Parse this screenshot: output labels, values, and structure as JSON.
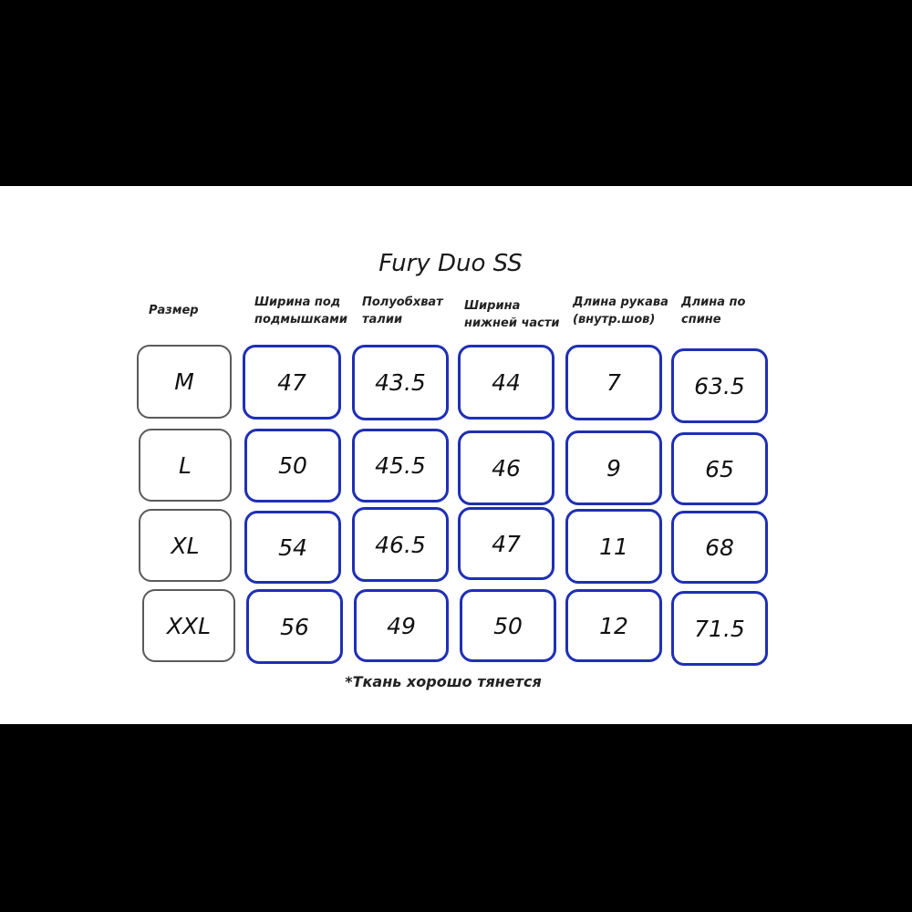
{
  "title": "Fury Duo SS",
  "headers": [
    "Размер",
    "Ширина под\nподмышками",
    "Полуобхват\nталии",
    "Ширина\nнижней части",
    "Длина рукава\n(внутр.шов)",
    "Длина по\nспине"
  ],
  "rows": [
    {
      "size": "M",
      "values": [
        "47",
        "43.5",
        "44",
        "7",
        "63.5"
      ]
    },
    {
      "size": "L",
      "values": [
        "50",
        "45.5",
        "46",
        "9",
        "65"
      ]
    },
    {
      "size": "XL",
      "values": [
        "54",
        "46.5",
        "47",
        "11",
        "68"
      ]
    },
    {
      "size": "XXL",
      "values": [
        "56",
        "49",
        "50",
        "12",
        "71.5"
      ]
    }
  ],
  "note": "*Ткань хорошо тянется",
  "colors": {
    "value_border": "#1f2fb4",
    "size_border": "#5a5a5a",
    "background_band": "#ffffff",
    "letterbox": "#000000"
  }
}
